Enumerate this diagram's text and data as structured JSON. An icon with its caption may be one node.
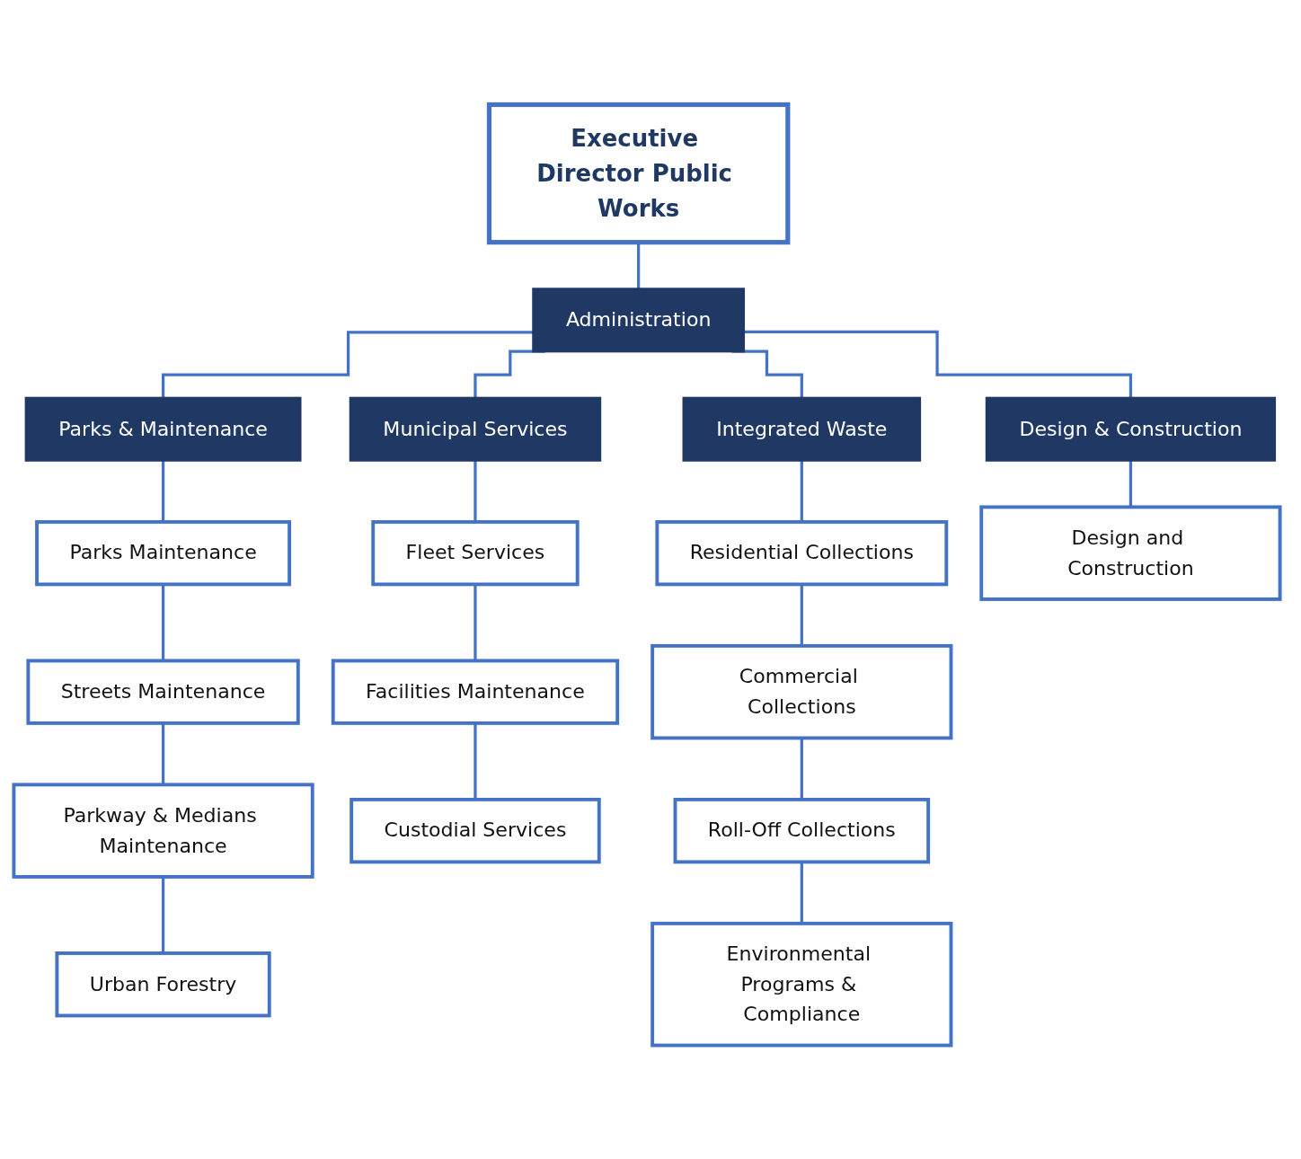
{
  "diagram": {
    "nodes": [
      {
        "text": [
          "Executive Director Public Works"
        ]
      },
      {
        "text": [
          "Administration"
        ]
      },
      {
        "text": [
          "Parks & Maintenance"
        ]
      },
      {
        "text": [
          "Municipal Services"
        ]
      },
      {
        "text": [
          "Integrated Waste"
        ]
      },
      {
        "text": [
          "Design & Construction"
        ]
      },
      {
        "text": [
          "Parks Maintenance"
        ]
      },
      {
        "text": [
          "Streets Maintenance"
        ]
      },
      {
        "text": [
          "Parkway & Medians Maintenance"
        ]
      },
      {
        "text": [
          "Urban Forestry"
        ]
      },
      {
        "text": [
          "Fleet Services"
        ]
      },
      {
        "text": [
          "Facilities Maintenance"
        ]
      },
      {
        "text": [
          "Custodial Services"
        ]
      },
      {
        "text": [
          "Residential Collections"
        ]
      },
      {
        "text": [
          "Commercial Collections"
        ]
      },
      {
        "text": [
          "Roll-Off Collections"
        ]
      },
      {
        "text": [
          "Environmental Programs & Compliance"
        ]
      },
      {
        "text": [
          "Design and Construction"
        ]
      }
    ],
    "edges": [
      {
        "from": 0,
        "to": 1,
        "arrow": "none"
      },
      {
        "from": 1,
        "to": 2,
        "arrow": "none"
      },
      {
        "from": 1,
        "to": 3,
        "arrow": "none"
      },
      {
        "from": 1,
        "to": 4,
        "arrow": "none"
      },
      {
        "from": 1,
        "to": 5,
        "arrow": "none"
      },
      {
        "from": 2,
        "to": 6,
        "arrow": "none"
      },
      {
        "from": 6,
        "to": 7,
        "arrow": "none"
      },
      {
        "from": 7,
        "to": 8,
        "arrow": "none"
      },
      {
        "from": 8,
        "to": 9,
        "arrow": "none"
      },
      {
        "from": 3,
        "to": 10,
        "arrow": "none"
      },
      {
        "from": 10,
        "to": 11,
        "arrow": "none"
      },
      {
        "from": 11,
        "to": 12,
        "arrow": "none"
      },
      {
        "from": 4,
        "to": 13,
        "arrow": "none"
      },
      {
        "from": 13,
        "to": 14,
        "arrow": "none"
      },
      {
        "from": 14,
        "to": 15,
        "arrow": "none"
      },
      {
        "from": 15,
        "to": 16,
        "arrow": "none"
      },
      {
        "from": 5,
        "to": 17,
        "arrow": "none"
      }
    ]
  }
}
